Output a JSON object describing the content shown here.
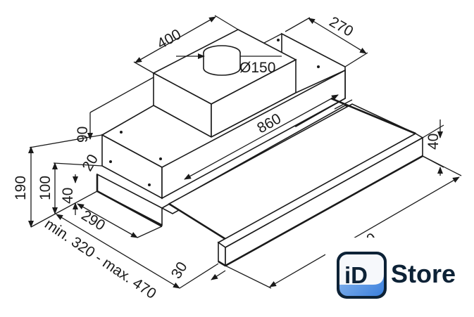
{
  "dimensions": {
    "chimney_width": "400",
    "rear_depth": "270",
    "duct_diameter": "Ø150",
    "body_width": "860",
    "chimney_height": "90",
    "visor_height": "40",
    "visor_gap": "20",
    "total_height": "190",
    "body_height": "100",
    "front_height": "40",
    "body_depth": "290",
    "extension_range": "min. 320 - max. 470",
    "visor_depth": "30",
    "visor_width": "900"
  },
  "logo": {
    "mark": "iD",
    "name": "Store",
    "colors": {
      "navy": "#0d2236",
      "blue": "#4a8fe0"
    }
  }
}
